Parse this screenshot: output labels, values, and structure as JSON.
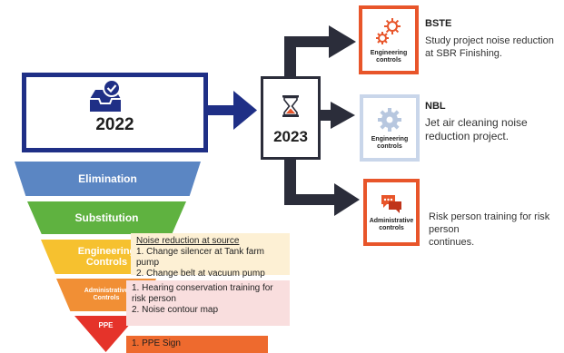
{
  "year_2022": {
    "label": "2022",
    "icon": "inbox-check-icon"
  },
  "year_2023": {
    "label": "2023",
    "icon": "hourglass-icon"
  },
  "controls": [
    {
      "id": "bste",
      "box_label": "Engineering\ncontrols",
      "icon": "gears-icon",
      "border_color": "#e8552a",
      "org": "BSTE",
      "description": "Study project noise reduction\nat SBR Finishing."
    },
    {
      "id": "nbl",
      "box_label": "Engineering\ncontrols",
      "icon": "gear-icon",
      "border_color": "#c9d6ea",
      "org": "NBL",
      "description": "Jet air cleaning noise\nreduction project."
    },
    {
      "id": "admin",
      "box_label": "Administrative\ncontrols",
      "icon": "chat-icon",
      "border_color": "#e8552a",
      "org": "",
      "description": "Risk person training for risk person\ncontinues."
    }
  ],
  "hierarchy": [
    {
      "label": "Elimination",
      "color": "#5b86c3"
    },
    {
      "label": "Substitution",
      "color": "#5fb240"
    },
    {
      "label": "Engineering\nControls",
      "color": "#f6c12f"
    },
    {
      "label": "Administrative\nControls",
      "color": "#f18f35"
    },
    {
      "label": "PPE",
      "color": "#e5332a"
    }
  ],
  "details": {
    "engineering": {
      "heading": "Noise reduction at source",
      "items": [
        "1. Change silencer at Tank farm pump",
        "2. Change belt at vacuum pump"
      ]
    },
    "administrative": {
      "items": [
        "1. Hearing conservation training for risk person",
        "2. Noise contour map"
      ]
    },
    "ppe": {
      "items": [
        "1. PPE Sign"
      ]
    }
  },
  "colors": {
    "navy": "#1f2f86",
    "dark_arrow": "#2b2d3a",
    "orange": "#e8552a"
  }
}
